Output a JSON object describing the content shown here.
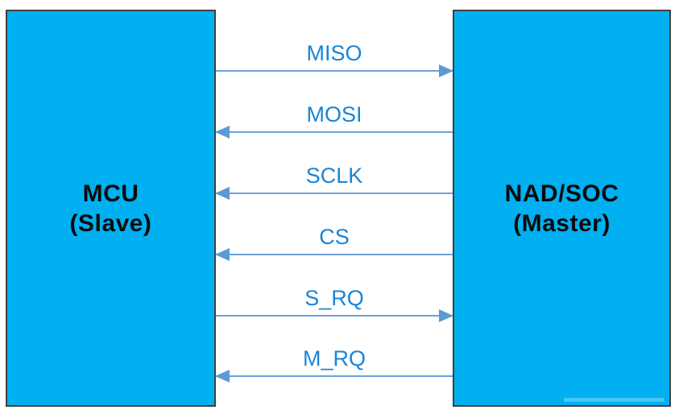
{
  "diagram": {
    "left_box": {
      "title": "MCU",
      "subtitle": "(Slave)"
    },
    "right_box": {
      "title": "NAD/SOC",
      "subtitle": "(Master)"
    },
    "signals": [
      {
        "label": "MISO",
        "direction": "right",
        "from": "MCU",
        "to": "NAD/SOC"
      },
      {
        "label": "MOSI",
        "direction": "left",
        "from": "NAD/SOC",
        "to": "MCU"
      },
      {
        "label": "SCLK",
        "direction": "left",
        "from": "NAD/SOC",
        "to": "MCU"
      },
      {
        "label": "CS",
        "direction": "left",
        "from": "NAD/SOC",
        "to": "MCU"
      },
      {
        "label": "S_RQ",
        "direction": "right",
        "from": "MCU",
        "to": "NAD/SOC"
      },
      {
        "label": "M_RQ",
        "direction": "left",
        "from": "NAD/SOC",
        "to": "MCU"
      }
    ],
    "colors": {
      "box_fill": "#00B0F0",
      "box_border": "#3f3f3f",
      "box_text": "#0a0a0a",
      "wire": "#6FA0DA",
      "arrowhead": "#5B9BD5",
      "signal_label_text": "#1985D5",
      "background": "#ffffff"
    }
  }
}
